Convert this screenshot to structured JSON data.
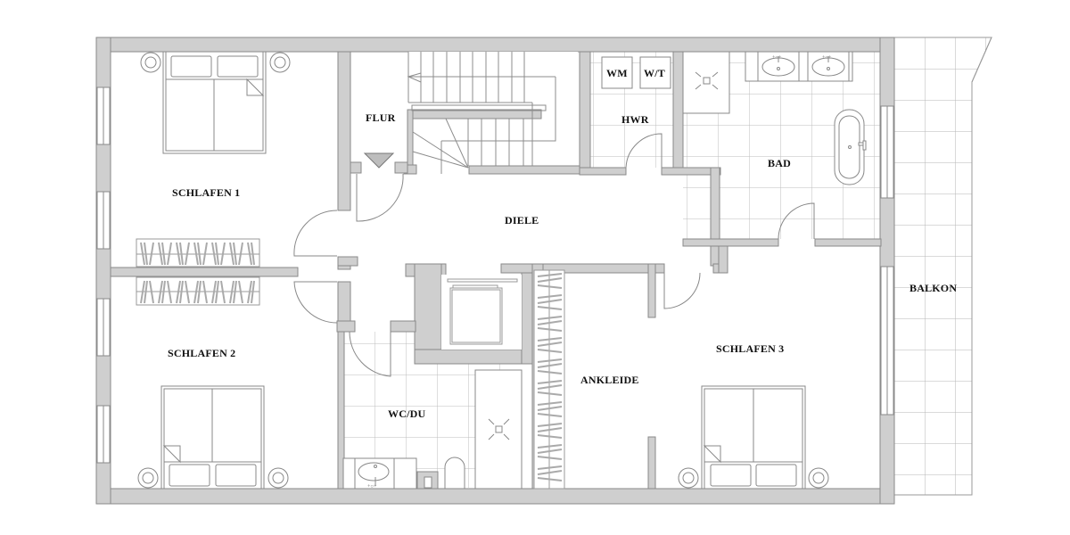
{
  "plan": {
    "type": "floor-plan",
    "colors": {
      "wall_fill": "#cfcfcf",
      "wall_stroke": "#8a8a8a",
      "line": "#8c8c8c",
      "tile": "#b8b8b8",
      "text": "#111111",
      "background": "#ffffff"
    },
    "rooms": [
      {
        "id": "schlafen1",
        "label": "SCHLAFEN 1"
      },
      {
        "id": "schlafen2",
        "label": "SCHLAFEN 2"
      },
      {
        "id": "schlafen3",
        "label": "SCHLAFEN 3"
      },
      {
        "id": "flur",
        "label": "FLUR"
      },
      {
        "id": "diele",
        "label": "DIELE"
      },
      {
        "id": "hwr",
        "label": "HWR"
      },
      {
        "id": "bad",
        "label": "BAD"
      },
      {
        "id": "wcdu",
        "label": "WC/DU"
      },
      {
        "id": "ankleide",
        "label": "ANKLEIDE"
      },
      {
        "id": "balkon",
        "label": "BALKON"
      }
    ],
    "appliances": {
      "washing_machine": "WM",
      "dryer": "W/T"
    }
  }
}
